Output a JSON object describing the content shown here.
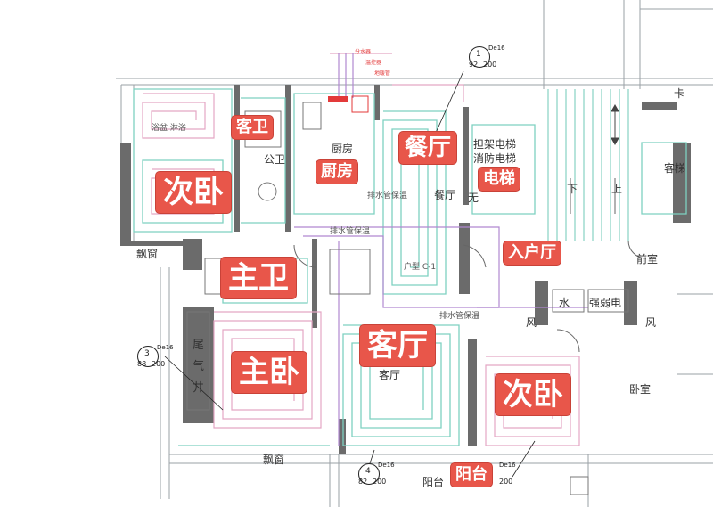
{
  "colors": {
    "wall": "#6b6b6b",
    "pipe_heating": "#7ed1c1",
    "pipe_floor": "#e4a6c4",
    "pipe_main": "#b088d0",
    "label_bg": "#e8564a",
    "cad_line": "#333333"
  },
  "room_labels": {
    "secondary_bedroom_1": "次卧",
    "guest_bath": "客卫",
    "kitchen": "厨房",
    "dining": "餐厅",
    "elevator": "电梯",
    "master_bath": "主卫",
    "entry_hall": "入户厅",
    "living_room": "客厅",
    "master_bedroom": "主卧",
    "secondary_bedroom_2": "次卧",
    "balcony": "阳台"
  },
  "cad_text": {
    "public_bath": "公卫",
    "kitchen_small": "厨房",
    "dining_small": "餐厅",
    "living_small": "客厅",
    "bay_window_1": "飘窗",
    "bay_window_2": "飘窗",
    "flue_1": "尾",
    "flue_2": "气",
    "flue_3": "井",
    "down": "下",
    "up": "上",
    "anterior": "前室",
    "bedroom": "卧室",
    "balcony_small": "阳台",
    "water": "水",
    "power": "强弱电",
    "wind_1": "风",
    "wind_2": "风",
    "elevator_a": "担架电梯",
    "elevator_b": "消防电梯",
    "elevator_c": "客梯",
    "none_prefix": "无",
    "pipe_note_1": "排水管保温",
    "pipe_note_2": "排水管保温",
    "pipe_note_3": "排水管保温",
    "unit_code": "户型 C-1",
    "bath_items": "浴盆 淋浴",
    "top_right": "卡",
    "manifold_note_1": "分水器",
    "manifold_note_2": "温控器",
    "manifold_note_3": "地暖管"
  },
  "markers": [
    {
      "num": "1",
      "code": "De16",
      "a": "92",
      "b": "200"
    },
    {
      "num": "3",
      "code": "De16",
      "a": "88",
      "b": "200"
    },
    {
      "num": "4",
      "code": "De16",
      "a": "82",
      "b": "200"
    },
    {
      "num": "",
      "code": "De16",
      "a": "",
      "b": "200"
    }
  ]
}
